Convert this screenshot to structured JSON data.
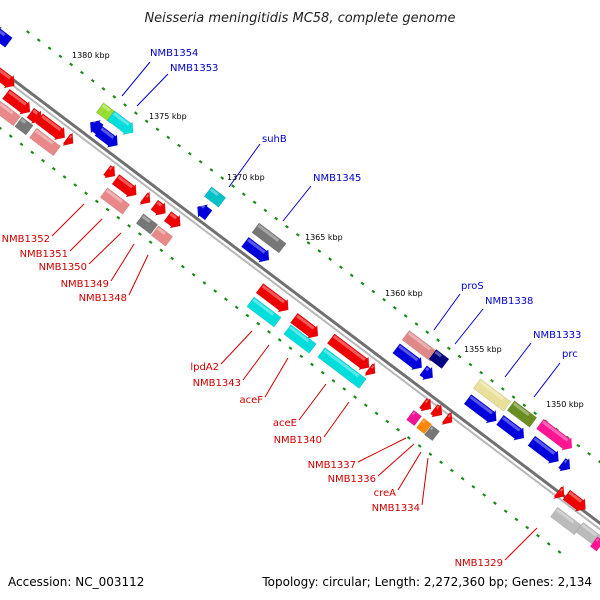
{
  "title": "Neisseria meningitidis MC58, complete genome",
  "footer": {
    "accession": "Accession: NC_003112",
    "summary": "Topology: circular; Length: 2,272,360 bp; Genes: 2,134"
  },
  "colors": {
    "backbone": "#888888",
    "tick": "#1a8a1a",
    "label_plus": "#0000cc",
    "label_minus": "#cc0000"
  },
  "kbp_ticks": [
    "1380 kbp",
    "1375 kbp",
    "1370 kbp",
    "1365 kbp",
    "1360 kbp",
    "1355 kbp",
    "1350 kbp"
  ],
  "gene_labels": [
    {
      "text": "NMB1354",
      "strand": "plus"
    },
    {
      "text": "NMB1353",
      "strand": "plus"
    },
    {
      "text": "suhB",
      "strand": "plus"
    },
    {
      "text": "NMB1345",
      "strand": "plus"
    },
    {
      "text": "proS",
      "strand": "plus"
    },
    {
      "text": "NMB1338",
      "strand": "plus"
    },
    {
      "text": "NMB1333",
      "strand": "plus"
    },
    {
      "text": "prc",
      "strand": "plus"
    },
    {
      "text": "NMB1352",
      "strand": "minus"
    },
    {
      "text": "NMB1351",
      "strand": "minus"
    },
    {
      "text": "NMB1350",
      "strand": "minus"
    },
    {
      "text": "NMB1349",
      "strand": "minus"
    },
    {
      "text": "NMB1348",
      "strand": "minus"
    },
    {
      "text": "lpdA2",
      "strand": "minus"
    },
    {
      "text": "NMB1343",
      "strand": "minus"
    },
    {
      "text": "aceF",
      "strand": "minus"
    },
    {
      "text": "aceE",
      "strand": "minus"
    },
    {
      "text": "NMB1340",
      "strand": "minus"
    },
    {
      "text": "NMB1337",
      "strand": "minus"
    },
    {
      "text": "NMB1336",
      "strand": "minus"
    },
    {
      "text": "creA",
      "strand": "minus"
    },
    {
      "text": "NMB1334",
      "strand": "minus"
    },
    {
      "text": "NMB1329",
      "strand": "minus"
    }
  ]
}
